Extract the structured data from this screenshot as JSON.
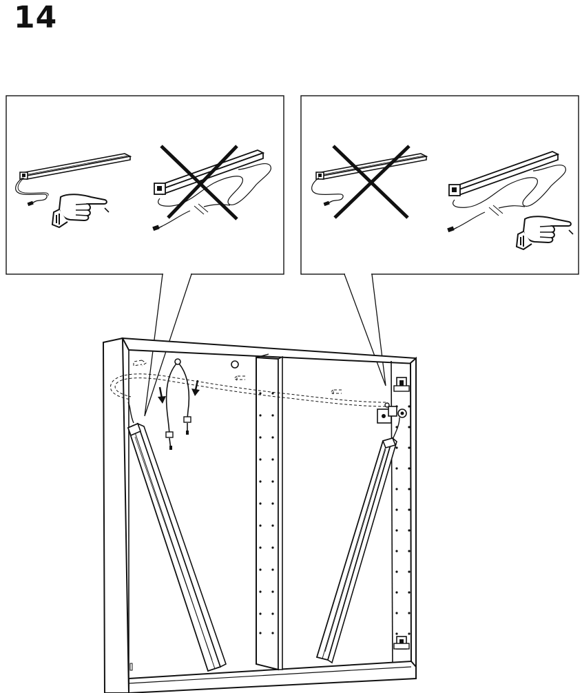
{
  "step": {
    "number": "14"
  },
  "colors": {
    "line": "#111111",
    "paper": "#ffffff"
  },
  "callouts": [
    {
      "name": "left",
      "correct_cable_route": "short-cable-at-end",
      "crossed_out": "long-cable-across"
    },
    {
      "name": "right",
      "correct_cable_route": "long-cable-across",
      "crossed_out": "short-cable-at-end"
    }
  ],
  "icons": [
    "pointing-hand-icon",
    "cross-mark-icon",
    "led-strip",
    "cable",
    "arrow-down-icon",
    "mounting-bracket"
  ]
}
